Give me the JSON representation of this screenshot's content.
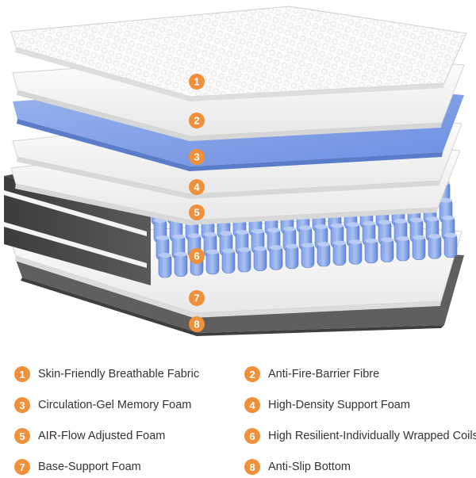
{
  "colors": {
    "badge": "#f0903a",
    "fabric_top": "#fafafa",
    "foam_white": "#f3f3f3",
    "gel_foam": "#7f9fe6",
    "coil_blue": "#6f92e0",
    "bottom_gray": "#6a6a6a",
    "side_dark": "#4a4a4a",
    "text": "#333333"
  },
  "layers": [
    {
      "number": "1",
      "label": "Skin-Friendly Breathable Fabric"
    },
    {
      "number": "2",
      "label": "Anti-Fire-Barrier Fibre"
    },
    {
      "number": "3",
      "label": "Circulation-Gel Memory Foam"
    },
    {
      "number": "4",
      "label": "High-Density Support Foam"
    },
    {
      "number": "5",
      "label": "AIR-Flow Adjusted Foam"
    },
    {
      "number": "6",
      "label": "High Resilient-Individually Wrapped Coils"
    },
    {
      "number": "7",
      "label": "Base-Support Foam"
    },
    {
      "number": "8",
      "label": "Anti-Slip Bottom"
    }
  ]
}
